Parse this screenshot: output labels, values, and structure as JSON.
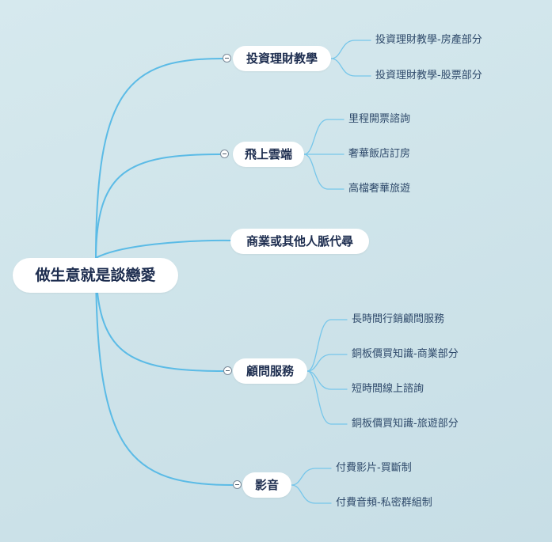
{
  "mindmap": {
    "root": {
      "label": "做生意就是談戀愛"
    },
    "topics": [
      {
        "id": "investing",
        "label": "投資理財教學",
        "collapsible": true,
        "children": [
          "投資理財教學-房產部分",
          "投資理財教學-股票部分"
        ]
      },
      {
        "id": "cloud",
        "label": "飛上雲端",
        "collapsible": true,
        "children": [
          "里程開票諮詢",
          "奢華飯店訂房",
          "高檔奢華旅遊"
        ]
      },
      {
        "id": "business",
        "label": "商業或其他人脈代尋",
        "collapsible": false,
        "children": []
      },
      {
        "id": "consulting",
        "label": "顧問服務",
        "collapsible": true,
        "children": [
          "長時間行銷顧問服務",
          "銅板價買知識-商業部分",
          "短時間線上諮詢",
          "銅板價買知識-旅遊部分"
        ]
      },
      {
        "id": "media",
        "label": "影音",
        "collapsible": true,
        "children": [
          "付費影片-買斷制",
          "付費音頻-私密群組制"
        ]
      }
    ]
  },
  "colors": {
    "connector": "#5bbbe6",
    "node_text": "#1d2d4f",
    "leaf_text": "#2f4a6b",
    "node_fill": "#ffffff"
  }
}
